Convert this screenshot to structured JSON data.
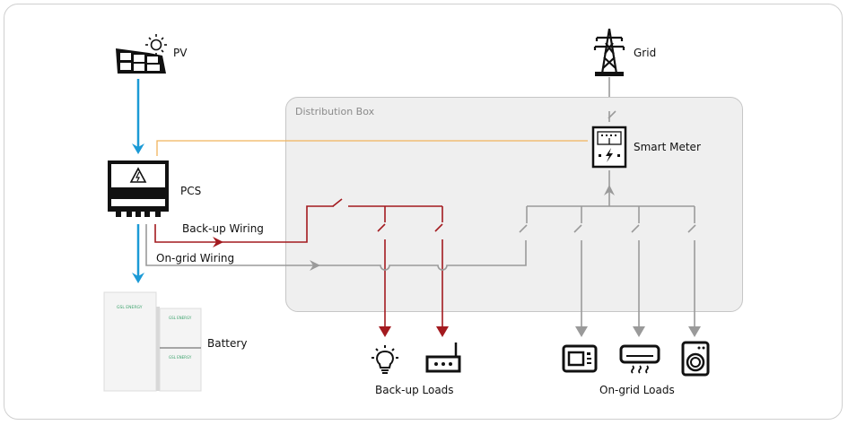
{
  "diagram": {
    "title": "PV + Battery system wiring",
    "distribution_box": {
      "label": "Distribution Box"
    },
    "nodes": {
      "pv": {
        "label": "PV",
        "icon": "solar-panel-icon"
      },
      "pcs": {
        "label": "PCS",
        "icon": "inverter-icon"
      },
      "battery": {
        "label": "Battery",
        "icon": "battery-cabinet-icon",
        "brand_text": "GSL ENERGY"
      },
      "grid": {
        "label": "Grid",
        "icon": "transmission-tower-icon"
      },
      "smart_meter": {
        "label": "Smart  Meter",
        "icon": "smart-meter-icon"
      }
    },
    "wiring": {
      "backup": {
        "label": "Back-up Wiring",
        "color": "#a31a1f"
      },
      "ongrid": {
        "label": "On-grid Wiring",
        "color": "#9a9a9a"
      },
      "dc": {
        "color": "#1b9ad6"
      },
      "comm": {
        "color": "#f0b45c"
      }
    },
    "loads": {
      "backup": {
        "label": "Back-up Loads",
        "items": [
          "light-bulb-icon",
          "router-icon"
        ]
      },
      "ongrid": {
        "label": "On-grid Loads",
        "items": [
          "microwave-icon",
          "air-conditioner-icon",
          "washing-machine-icon"
        ]
      }
    }
  }
}
